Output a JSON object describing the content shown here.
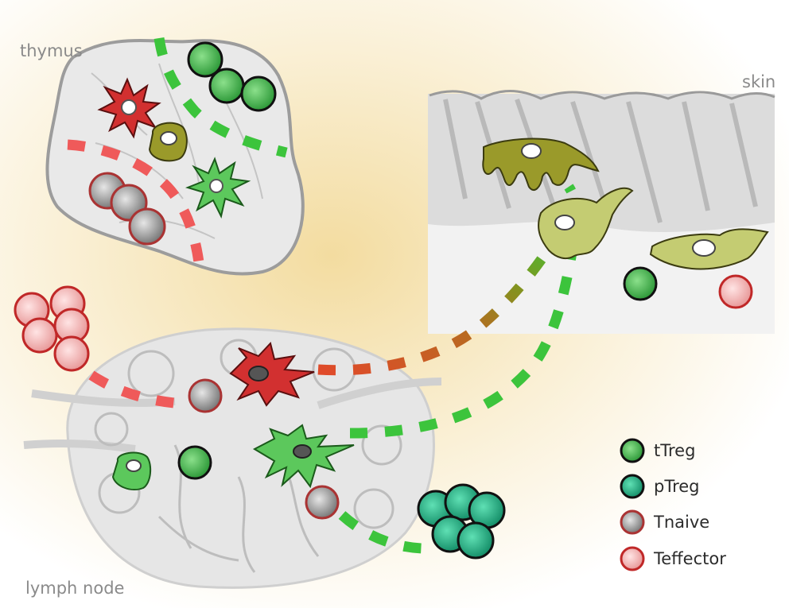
{
  "regions": {
    "thymus": "thymus",
    "skin": "skin",
    "lymph_node": "lymph node"
  },
  "legend": [
    {
      "label": "tTreg",
      "color": "#5cc85c"
    },
    {
      "label": "pTreg",
      "color": "#2fbf8f"
    },
    {
      "label": "Tnaive",
      "color": "#a9a9a9"
    },
    {
      "label": "Teffector",
      "color": "#f4b8b8"
    }
  ],
  "colors": {
    "treg_path": "#3cc43c",
    "effector_path": "#ef5a5a",
    "dc_red": "#d23030",
    "dc_green": "#5cc85c",
    "dc_olive": "#9a9a2a",
    "background_glow": "#f6e7b8"
  }
}
